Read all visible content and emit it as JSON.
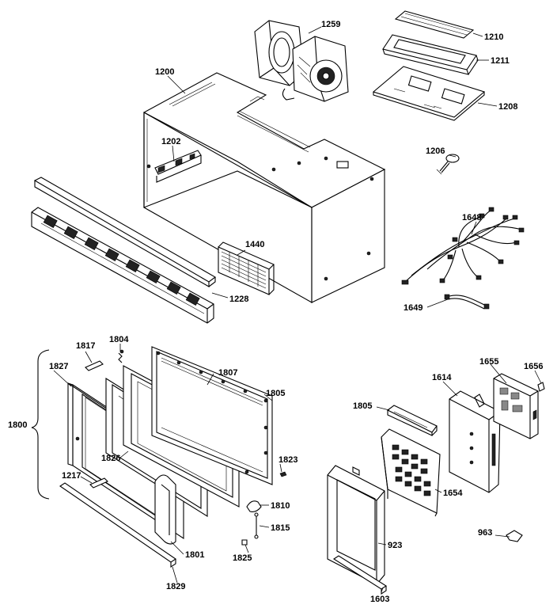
{
  "labels": {
    "l1259": "1259",
    "l1210": "1210",
    "l1211": "1211",
    "l1208": "1208",
    "l1200": "1200",
    "l1202": "1202",
    "l1206": "1206",
    "l1648": "1648",
    "l1440": "1440",
    "l1228": "1228",
    "l1649": "1649",
    "l1817": "1817",
    "l1804": "1804",
    "l1807": "1807",
    "l1827": "1827",
    "l1805a": "1805",
    "l1800": "1800",
    "l1826": "1826",
    "l1823": "1823",
    "l1217": "1217",
    "l1810": "1810",
    "l1815": "1815",
    "l1801": "1801",
    "l1825": "1825",
    "l1829": "1829",
    "l1655": "1655",
    "l1656": "1656",
    "l1614": "1614",
    "l1805b": "1805",
    "l1654": "1654",
    "l923": "923",
    "l963": "963",
    "l1603": "1603"
  }
}
